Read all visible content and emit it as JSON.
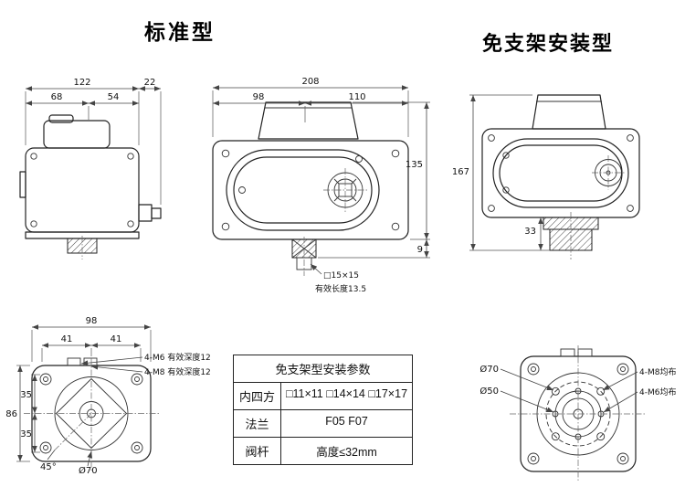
{
  "headings": {
    "standard": "标准型",
    "bracketless": "免支架安装型"
  },
  "side_view": {
    "dim_total_width": "122",
    "dim_gland": "22",
    "dim_front": "68",
    "dim_rear": "54"
  },
  "front_view": {
    "dim_total_width": "208",
    "dim_left": "98",
    "dim_right": "110",
    "dim_height": "135",
    "dim_base": "9",
    "stem_square": "□15×15",
    "stem_note": "有效长度13.5"
  },
  "bracketless_view": {
    "dim_height": "167",
    "dim_stem": "33"
  },
  "flange_view": {
    "dim_width": "98",
    "dim_pitch_left": "41",
    "dim_pitch_right": "41",
    "dim_height": "86",
    "dim_pitch_top": "35",
    "dim_pitch_bottom": "35",
    "angle": "45°",
    "dia_circle": "Ø70",
    "note_m6": "4-M6 有效深度12",
    "note_m8": "4-M8 有效深度12"
  },
  "mount_view": {
    "dia_outer": "Ø70",
    "dia_inner": "Ø50",
    "note_m8": "4-M8均布",
    "note_m6": "4-M6均布"
  },
  "spec_table": {
    "title": "免支架型安装参数",
    "rows": [
      {
        "label": "内四方",
        "value": "□11×11 □14×14 □17×17"
      },
      {
        "label": "法兰",
        "value": "F05  F07"
      },
      {
        "label": "阀杆",
        "value": "高度≤32mm"
      }
    ]
  }
}
